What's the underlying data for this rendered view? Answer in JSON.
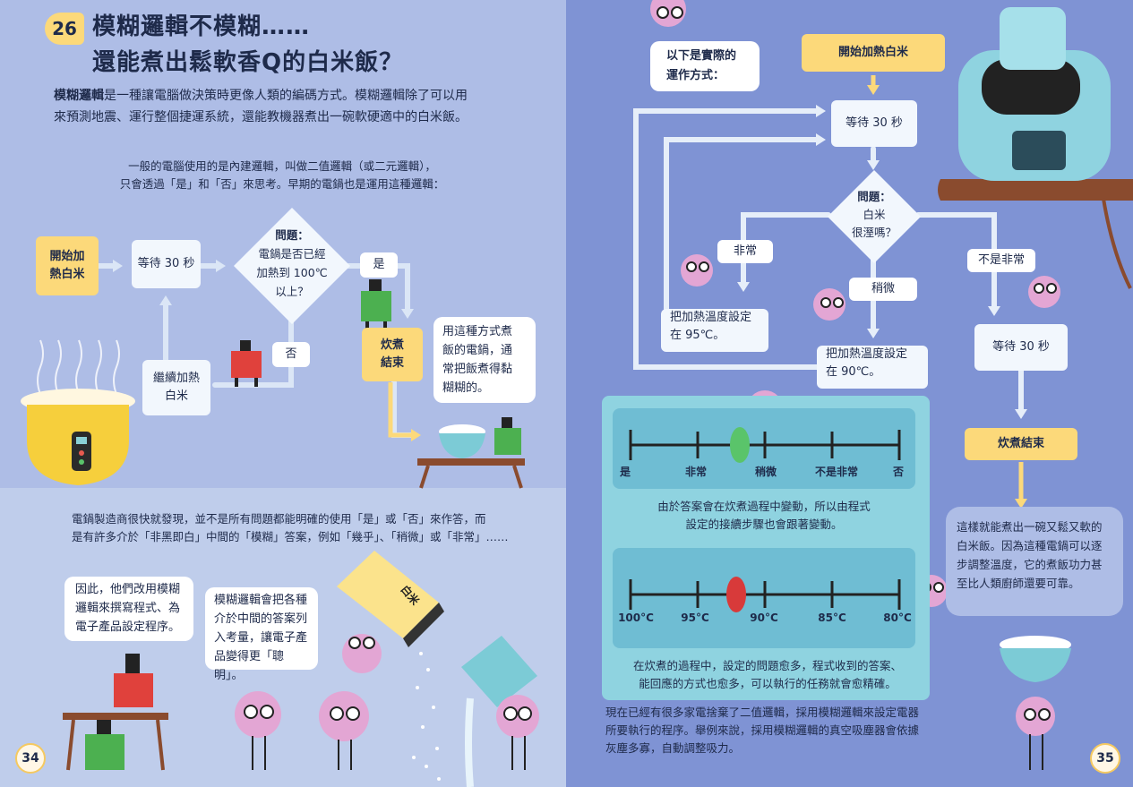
{
  "header": {
    "number": "26",
    "title_line1": "模糊邏輯不模糊……",
    "title_line2": "還能煮出鬆軟香Q的白米飯？"
  },
  "intro": {
    "bold": "模糊邏輯",
    "rest": "是一種讓電腦做決策時更像人類的編碼方式。模糊邏輯除了可以用",
    "line2": "來預測地震、運行整個捷運系統，還能教機器煮出一碗軟硬適中的白米飯。"
  },
  "binary_caption": {
    "line1": "一般的電腦使用的是內建邏輯，叫做二值邏輯（或二元邏輯），",
    "line2": "只會透過「是」和「否」來思考。早期的電鍋也是運用這種邏輯："
  },
  "left_flow": {
    "start_l1": "開始加",
    "start_l2": "熱白米",
    "wait": "等待 30 秒",
    "q_title": "問題：",
    "q_l1": "電鍋是否已經",
    "q_l2": "加熱到 100℃",
    "q_l3": "以上？",
    "yes": "是",
    "no": "否",
    "continue_l1": "繼續加熱",
    "continue_l2": "白米",
    "done_l1": "炊煮",
    "done_l2": "結束",
    "bubble_l1": "用這種方式煮",
    "bubble_l2": "飯的電鍋，通",
    "bubble_l3": "常把飯煮得黏",
    "bubble_l4": "糊糊的。"
  },
  "lower_text": {
    "line1": "電鍋製造商很快就發現，並不是所有問題都能明確的使用「是」或「否」來作答，而",
    "line2": "是有許多介於「非黑即白」中間的「模糊」答案，例如「幾乎」、「稍微」或「非常」……"
  },
  "left_bubbles": {
    "b1_l1": "因此，他們改用模糊",
    "b1_l2": "邏輯來撰寫程式、為",
    "b1_l3": "電子產品設定程序。",
    "b2_l1": "模糊邏輯會把各種",
    "b2_l2": "介於中間的答案列",
    "b2_l3": "入考量，讓電子產",
    "b2_l4": "品變得更「聰明」。",
    "rice_bag": "白米"
  },
  "right_flow": {
    "intro_l1": "以下是實際的",
    "intro_l2": "運作方式：",
    "start": "開始加熱白米",
    "wait1": "等待 30 秒",
    "q_title": "問題：",
    "q_l1": "白米",
    "q_l2": "很溼嗎？",
    "very": "非常",
    "slightly": "稍微",
    "not_very": "不是非常",
    "set95_l1": "把加熱溫度設定",
    "set95_l2": "在 95℃。",
    "set90_l1": "把加熱溫度設定",
    "set90_l2": "在 90℃。",
    "wait2": "等待 30 秒",
    "done": "炊煮結束"
  },
  "scales": {
    "top_labels": [
      "是",
      "非常",
      "稍微",
      "不是非常",
      "否"
    ],
    "caption_l1": "由於答案會在炊煮過程中變動，所以由程式",
    "caption_l2": "設定的接續步驟也會跟著變動。",
    "bottom_labels": [
      "100°C",
      "95°C",
      "90°C",
      "85°C",
      "80°C"
    ],
    "caption2_l1": "在炊煮的過程中，設定的問題愈多，程式收到的答案、",
    "caption2_l2": "能回應的方式也愈多，可以執行的任務就會愈精確。"
  },
  "right_bubble": {
    "l1": "這樣就能煮出一碗又鬆又軟的",
    "l2": "白米飯。因為這種電鍋可以逐",
    "l3": "步調整溫度，它的煮飯功力甚",
    "l4": "至比人類廚師還要可靠。"
  },
  "bottom_text": {
    "line1": "現在已經有很多家電捨棄了二值邏輯，採用模糊邏輯來設定電器",
    "line2": "所要執行的程序。舉例來說，採用模糊邏輯的真空吸塵器會依據",
    "line3": "灰塵多寡，自動調整吸力。"
  },
  "page_numbers": {
    "left": "34",
    "right": "35"
  },
  "colors": {
    "left_bg": "#aebde6",
    "right_bg": "#7f93d4",
    "yellow": "#fcd97a",
    "box_fill": "#f2f7fd",
    "panel": "#8fd3e0"
  }
}
